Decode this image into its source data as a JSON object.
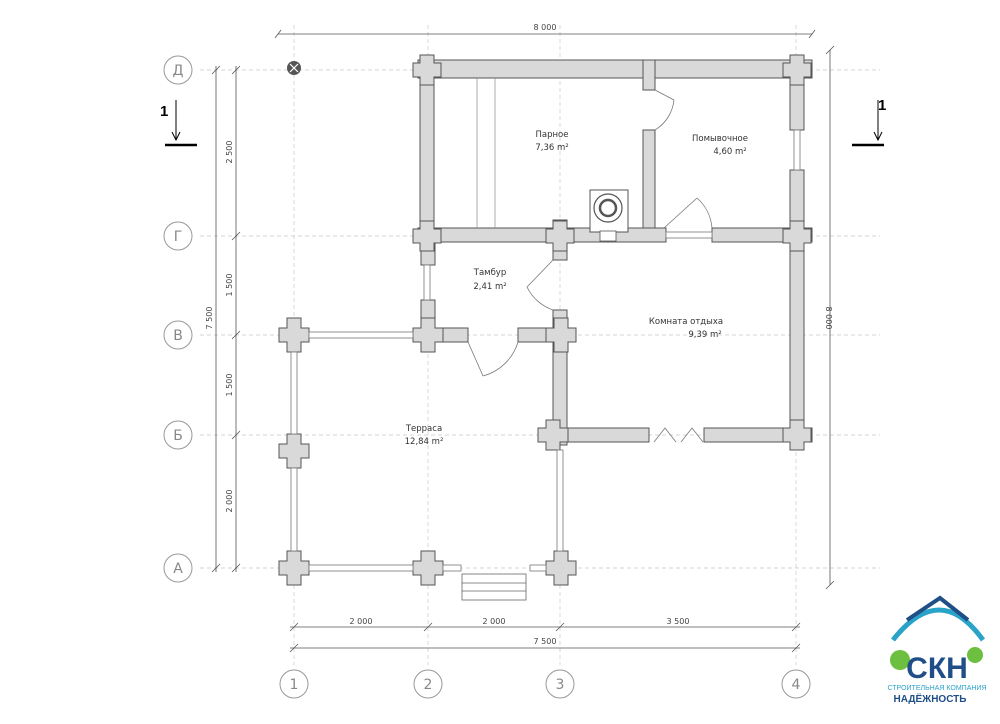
{
  "plan": {
    "grid_rows": [
      "Д",
      "Г",
      "В",
      "Б",
      "А"
    ],
    "grid_cols": [
      "1",
      "2",
      "3",
      "4"
    ],
    "dimensions": {
      "top_total": "8 000",
      "right_total": "8 000",
      "left_total": "7 500",
      "left_segments": [
        "2 500",
        "1 500",
        "1 500",
        "2 000"
      ],
      "bottom_segments": [
        "2 000",
        "2 000",
        "3 500"
      ],
      "bottom_total": "7 500"
    },
    "section_label": "1",
    "rooms": [
      {
        "name": "Парное",
        "area": "7,36 m²"
      },
      {
        "name": "Помывочное",
        "area": "4,60 m²"
      },
      {
        "name": "Тамбур",
        "area": "2,41 m²"
      },
      {
        "name": "Комната отдыха",
        "area": "9,39 m²"
      },
      {
        "name": "Терраса",
        "area": "12,84 m²"
      }
    ]
  },
  "logo": {
    "brand": "СКН",
    "subtitle": "СТРОИТЕЛЬНАЯ КОМПАНИЯ",
    "name": "НАДЁЖНОСТЬ",
    "colors": {
      "blue": "#1f4f86",
      "green": "#6cbf3f",
      "cyan": "#2aa3c9"
    }
  },
  "colors": {
    "wall": "#d9d9d9",
    "wall_stroke": "#555555",
    "grid": "#bbbbbb",
    "axis_circle": "#999999"
  }
}
